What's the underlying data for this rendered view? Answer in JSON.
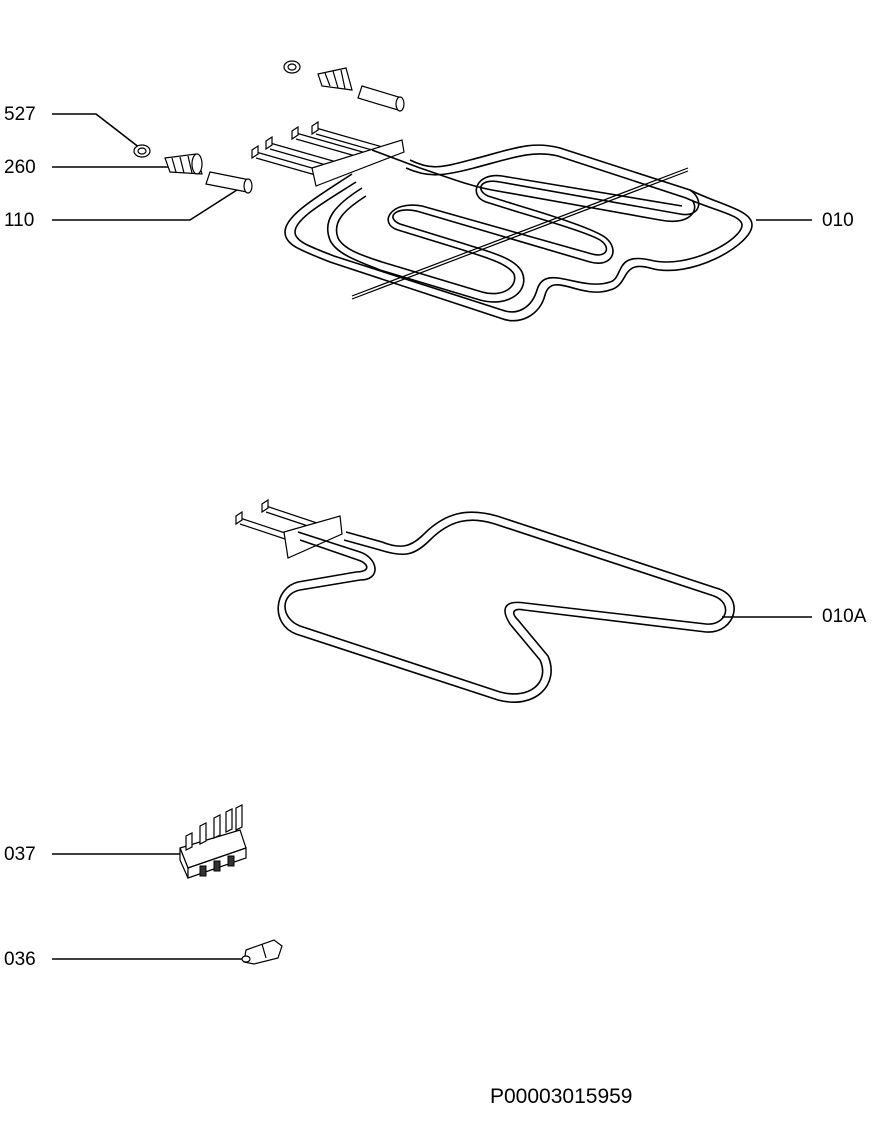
{
  "labels": {
    "p527": "527",
    "p260": "260",
    "p110": "110",
    "p010": "010",
    "p010a": "010A",
    "p037": "037",
    "p036": "036"
  },
  "drawing_code": "P00003015959"
}
